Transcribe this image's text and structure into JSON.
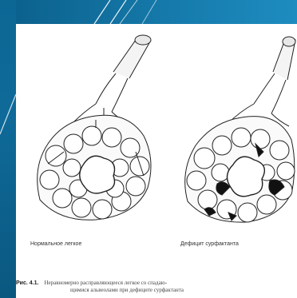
{
  "slide": {
    "colors": {
      "banner": "#0b5f8a",
      "sidebar": "#0d6795",
      "stroke": "#222222"
    }
  },
  "figure": {
    "left_label": "Нормальное легкое",
    "right_label": "Дефицит сурфактанта",
    "caption": {
      "number": "Рис. 4.1.",
      "line1": "Неравномерно расправляющееся легкое со спадаю-",
      "line2": "щимися альвеолами при дефиците сурфактанта"
    }
  }
}
